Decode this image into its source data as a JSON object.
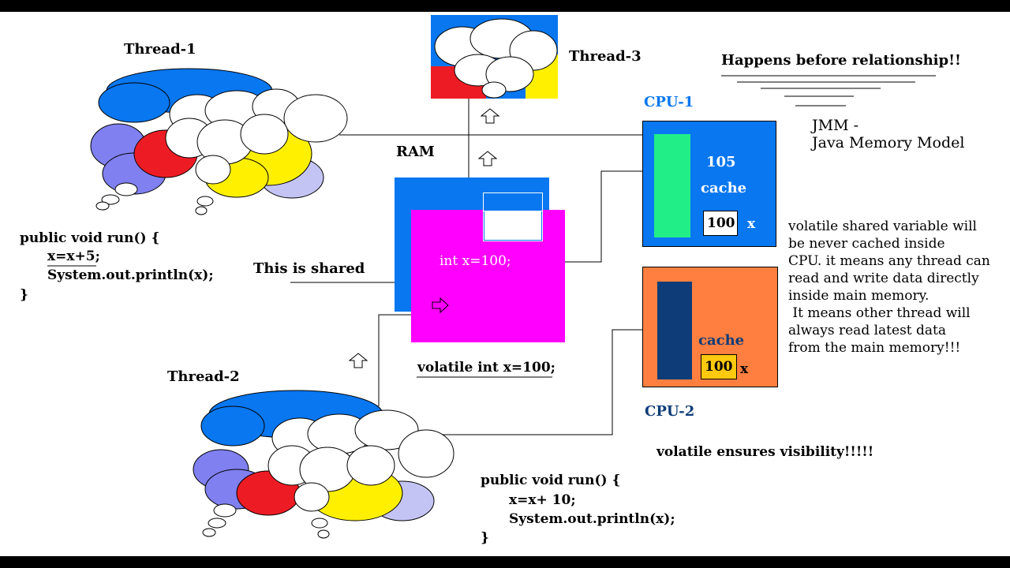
{
  "threads": {
    "t1": "Thread-1",
    "t2": "Thread-2",
    "t3": "Thread-3"
  },
  "title": "Happens before relationship!!",
  "jmm": {
    "line1": "JMM -",
    "line2": "Java Memory Model"
  },
  "cpu1": {
    "label": "CPU-1",
    "value": "105",
    "cache_label": "cache",
    "cache_value": "100",
    "var": "x"
  },
  "cpu2": {
    "label": "CPU-2",
    "cache_label": "cache",
    "cache_value": "100",
    "var": "x"
  },
  "ram": {
    "label": "RAM",
    "var_text": "int x=100;",
    "declaration": "volatile int x=100;"
  },
  "shared_label": "This is shared",
  "code1": [
    "public void run() {",
    "x=x+5;",
    "System.out.println(x);",
    "}"
  ],
  "code2": [
    "public void run() {",
    "x=x+ 10;",
    "System.out.println(x);",
    "}"
  ],
  "description": [
    "volatile shared variable will",
    "be never cached inside",
    "CPU. it means any thread can",
    "read and write data directly",
    "inside main memory.",
    " It means other thread will",
    "always read latest data",
    "from the main memory!!!"
  ],
  "footer_note": "volatile ensures visibility!!!!!",
  "colors": {
    "blue": "#0877f0",
    "magenta": "#ff00ff",
    "orange": "#ff7f40",
    "green": "#22ee88",
    "navy": "#0d3c78",
    "yellow": "#fff000",
    "red": "#ed1c24",
    "lavender": "#8080f0",
    "gold": "#ffc90e"
  },
  "icons": [
    "cloud-icon",
    "up-arrow-icon",
    "right-arrow-icon"
  ]
}
